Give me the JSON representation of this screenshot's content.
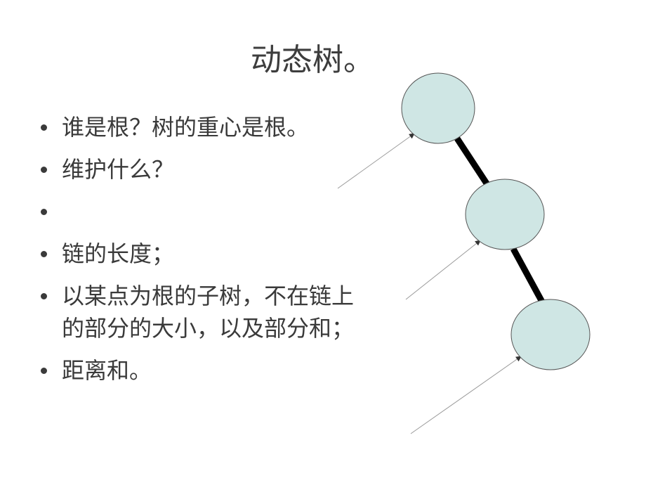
{
  "slide": {
    "title": "动态树。",
    "bullets": [
      "谁是根？树的重心是根。",
      "维护什么？",
      "",
      "链的长度；",
      "以某点为根的子树，不在链上的部分的大小，以及部分和；",
      "距离和。"
    ]
  },
  "diagram": {
    "node_fill": "#cfe6e4",
    "node_stroke": "#555555",
    "edge_color": "#000000",
    "arrow_color": "#9a9a9a"
  }
}
